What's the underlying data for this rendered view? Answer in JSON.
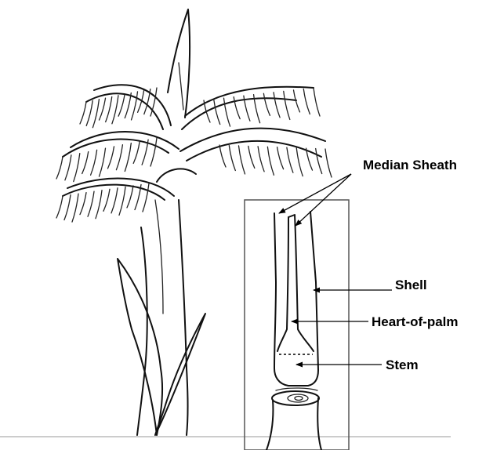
{
  "diagram": {
    "labels": {
      "median_sheath": "Median Sheath",
      "shell": "Shell",
      "heart_of_palm": "Heart-of-palm",
      "stem": "Stem"
    }
  }
}
